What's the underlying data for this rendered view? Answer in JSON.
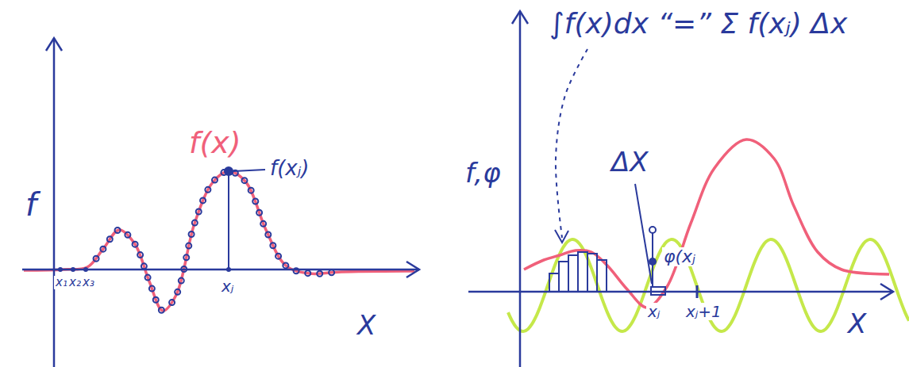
{
  "diagram": {
    "labels": [
      "f",
      "f(x)",
      "f(xⱼ)",
      "x₁",
      "x₂",
      "x₃",
      "xⱼ",
      "X",
      "∫f(x)dx “=” Σ f(xⱼ) Δx",
      "f,φ",
      "ΔX",
      "φ(xⱼ",
      "xⱼ",
      "xⱼ+1",
      "X"
    ]
  }
}
